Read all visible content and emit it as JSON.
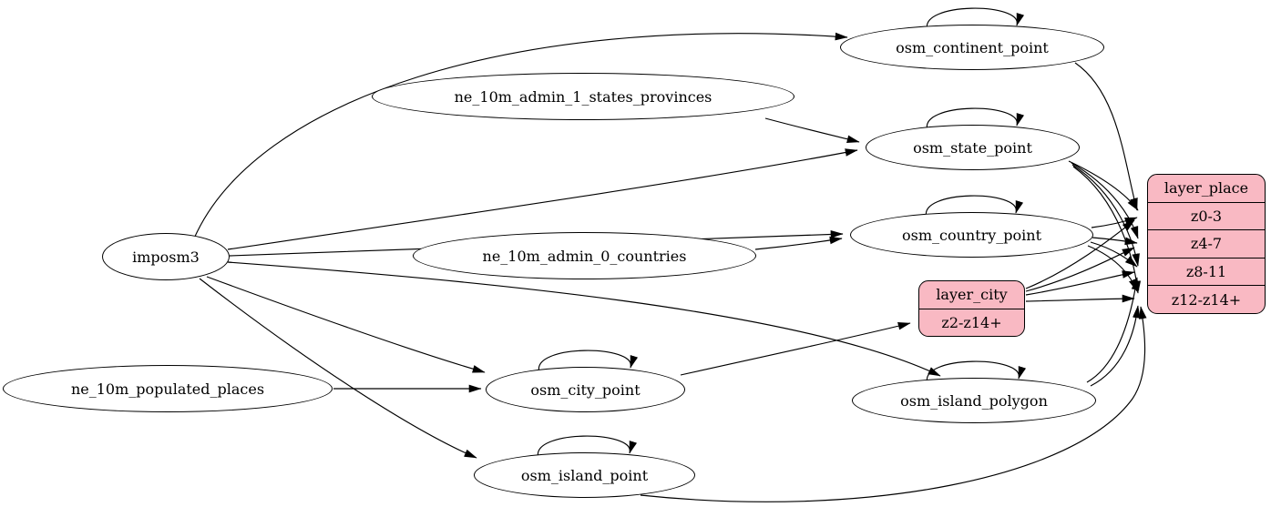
{
  "diagram": {
    "background": "#ffffff",
    "edge_color": "#000000",
    "record_fill": "#f9b9c3",
    "nodes": {
      "imposm3": {
        "label": "imposm3"
      },
      "ne_10m_admin_1_states_provinces": {
        "label": "ne_10m_admin_1_states_provinces"
      },
      "ne_10m_admin_0_countries": {
        "label": "ne_10m_admin_0_countries"
      },
      "ne_10m_populated_places": {
        "label": "ne_10m_populated_places"
      },
      "osm_continent_point": {
        "label": "osm_continent_point"
      },
      "osm_state_point": {
        "label": "osm_state_point"
      },
      "osm_country_point": {
        "label": "osm_country_point"
      },
      "osm_city_point": {
        "label": "osm_city_point"
      },
      "osm_island_polygon": {
        "label": "osm_island_polygon"
      },
      "osm_island_point": {
        "label": "osm_island_point"
      },
      "layer_city": {
        "title": "layer_city",
        "rows": [
          "z2-z14+"
        ]
      },
      "layer_place": {
        "title": "layer_place",
        "rows": [
          "z0-3",
          "z4-7",
          "z8-11",
          "z12-z14+"
        ]
      }
    },
    "edges": [
      {
        "from": "imposm3",
        "to": "osm_continent_point"
      },
      {
        "from": "imposm3",
        "to": "osm_state_point"
      },
      {
        "from": "imposm3",
        "to": "osm_country_point"
      },
      {
        "from": "imposm3",
        "to": "osm_city_point"
      },
      {
        "from": "imposm3",
        "to": "osm_island_polygon"
      },
      {
        "from": "imposm3",
        "to": "osm_island_point"
      },
      {
        "from": "ne_10m_admin_1_states_provinces",
        "to": "osm_state_point"
      },
      {
        "from": "ne_10m_admin_0_countries",
        "to": "osm_country_point"
      },
      {
        "from": "ne_10m_populated_places",
        "to": "osm_city_point"
      },
      {
        "from": "osm_continent_point",
        "to": "osm_continent_point"
      },
      {
        "from": "osm_state_point",
        "to": "osm_state_point"
      },
      {
        "from": "osm_country_point",
        "to": "osm_country_point"
      },
      {
        "from": "osm_city_point",
        "to": "osm_city_point"
      },
      {
        "from": "osm_island_polygon",
        "to": "osm_island_polygon"
      },
      {
        "from": "osm_island_point",
        "to": "osm_island_point"
      },
      {
        "from": "osm_city_point",
        "to": "layer_city",
        "port": "z2-z14+"
      },
      {
        "from": "osm_continent_point",
        "to": "layer_place",
        "port": "z0-3"
      },
      {
        "from": "osm_state_point",
        "to": "layer_place",
        "port": "z0-3"
      },
      {
        "from": "osm_state_point",
        "to": "layer_place",
        "port": "z4-7"
      },
      {
        "from": "osm_state_point",
        "to": "layer_place",
        "port": "z8-11"
      },
      {
        "from": "osm_state_point",
        "to": "layer_place",
        "port": "z12-z14+"
      },
      {
        "from": "osm_country_point",
        "to": "layer_place",
        "port": "z0-3"
      },
      {
        "from": "osm_country_point",
        "to": "layer_place",
        "port": "z4-7"
      },
      {
        "from": "osm_country_point",
        "to": "layer_place",
        "port": "z8-11"
      },
      {
        "from": "osm_country_point",
        "to": "layer_place",
        "port": "z12-z14+"
      },
      {
        "from": "layer_city",
        "to": "layer_place",
        "port": "z0-3"
      },
      {
        "from": "layer_city",
        "to": "layer_place",
        "port": "z4-7"
      },
      {
        "from": "layer_city",
        "to": "layer_place",
        "port": "z8-11"
      },
      {
        "from": "layer_city",
        "to": "layer_place",
        "port": "z12-z14+"
      },
      {
        "from": "osm_island_polygon",
        "to": "layer_place",
        "port": "z8-11"
      },
      {
        "from": "osm_island_polygon",
        "to": "layer_place",
        "port": "z12-z14+"
      },
      {
        "from": "osm_island_point",
        "to": "layer_place",
        "port": "z12-z14+"
      }
    ]
  }
}
